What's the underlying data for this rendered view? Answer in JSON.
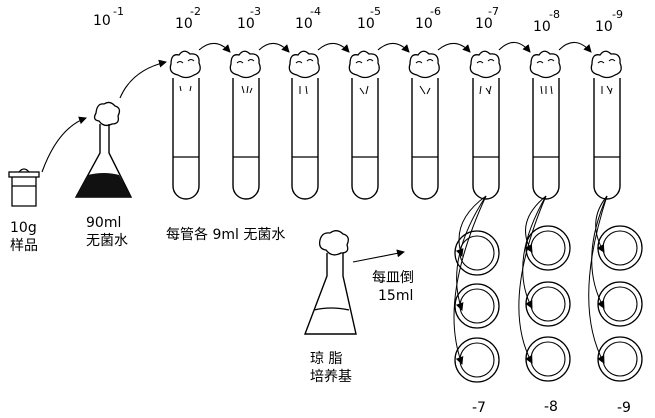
{
  "dilutions": [
    {
      "base": "10",
      "exp": "-1"
    },
    {
      "base": "10",
      "exp": "-2"
    },
    {
      "base": "10",
      "exp": "-3"
    },
    {
      "base": "10",
      "exp": "-4"
    },
    {
      "base": "10",
      "exp": "-5"
    },
    {
      "base": "10",
      "exp": "-6"
    },
    {
      "base": "10",
      "exp": "-7"
    },
    {
      "base": "10",
      "exp": "-8"
    },
    {
      "base": "10",
      "exp": "-9"
    }
  ],
  "sample": {
    "amount": "10g",
    "name": "样品"
  },
  "flask": {
    "volume": "90ml",
    "name": "无菌水"
  },
  "tubes": {
    "label": "每管各 9ml 无菌水"
  },
  "agar": {
    "line1": "琼 脂",
    "line2": "培养基"
  },
  "pour": {
    "line1": "每皿倒",
    "line2": "15ml"
  },
  "plates": {
    "labels": [
      "-7",
      "-8",
      "-9"
    ]
  }
}
